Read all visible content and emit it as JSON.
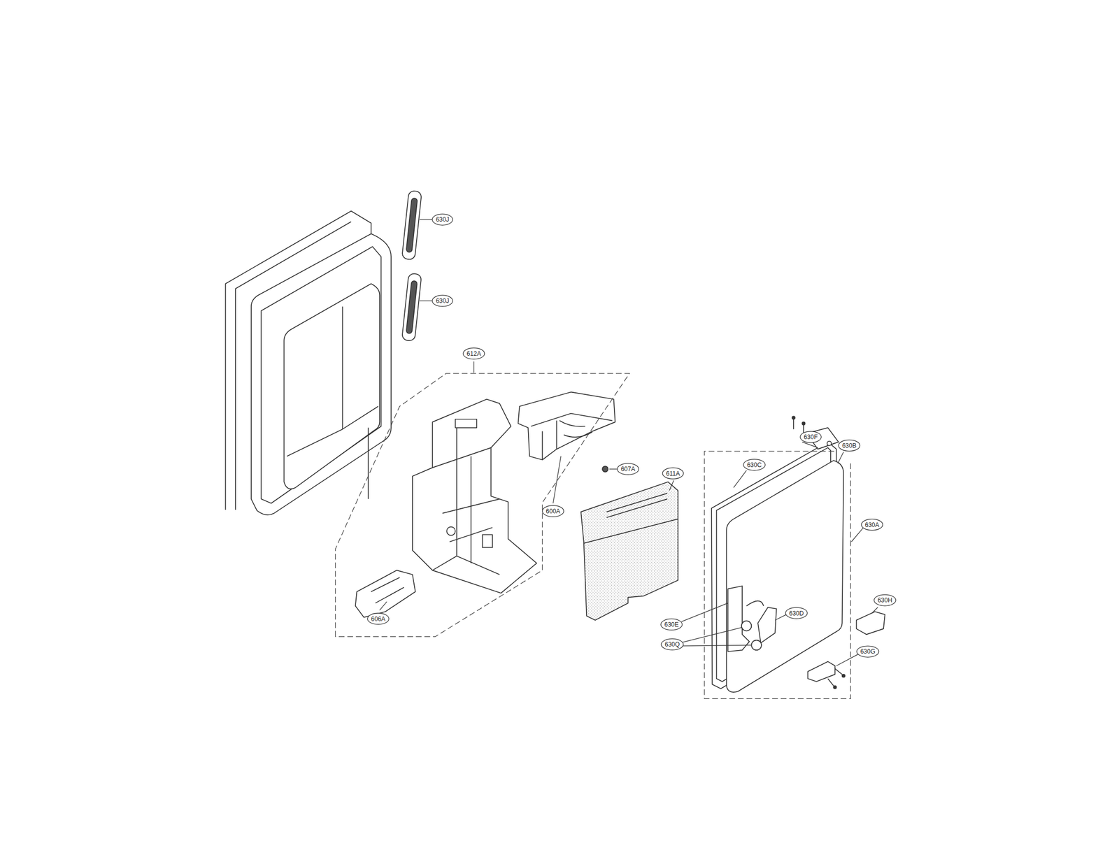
{
  "diagram": {
    "labels": [
      "630J",
      "630J",
      "612A",
      "630F",
      "630B",
      "630C",
      "600A",
      "607A",
      "611A",
      "630A",
      "630H",
      "630D",
      "630E",
      "630Q",
      "630G",
      "606A"
    ]
  }
}
